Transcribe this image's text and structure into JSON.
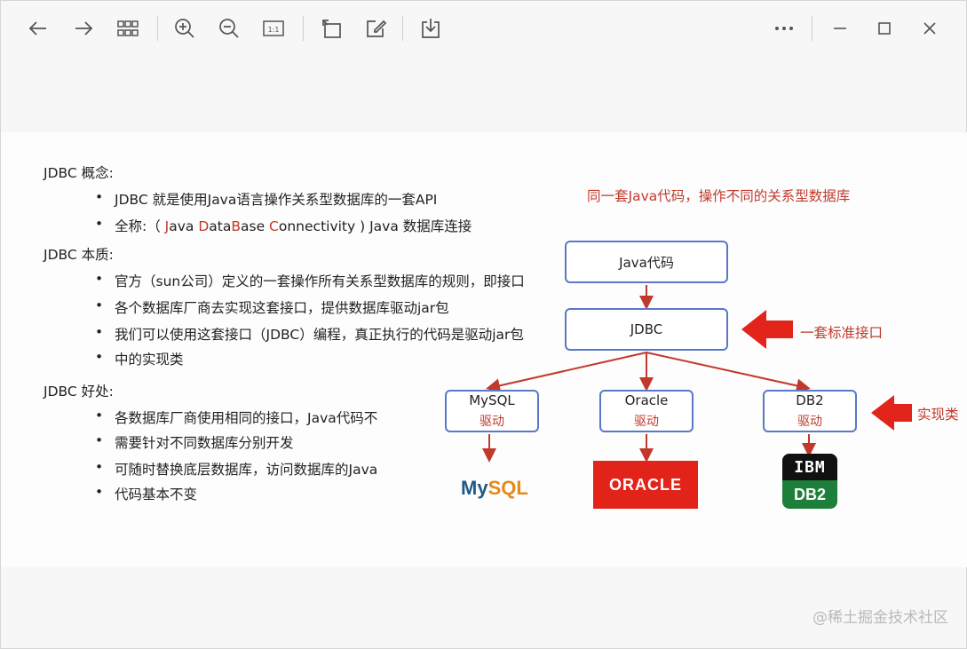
{
  "toolbar": {
    "icons": [
      "back-arrow-icon",
      "forward-arrow-icon",
      "grid-view-icon",
      "zoom-in-icon",
      "zoom-out-icon",
      "actual-size-icon",
      "rotate-icon",
      "edit-icon",
      "download-icon",
      "more-icon",
      "minimize-icon",
      "maximize-icon",
      "close-icon"
    ],
    "actual_size_label": "1:1"
  },
  "slide": {
    "sections": [
      {
        "title": "JDBC 概念:",
        "bullets": [
          [
            "JDBC 就是使用Java语言操作关系型数据库的一套API"
          ],
          [
            "全称:（ ",
            "J",
            "ava ",
            "D",
            "ata",
            "B",
            "ase ",
            "C",
            "onnectivity ) Java 数据库连接"
          ]
        ]
      },
      {
        "title": "JDBC 本质:",
        "bullets": [
          [
            "官方（sun公司）定义的一套操作所有关系型数据库的规则，即接口"
          ],
          [
            "各个数据库厂商去实现这套接口，提供数据库驱动jar包"
          ],
          [
            "我们可以使用这套接口（JDBC）编程，真正执行的代码是驱动jar包",
            "中的实现类"
          ]
        ]
      },
      {
        "title": "JDBC 好处:",
        "bullets": [
          [
            "各数据库厂商使用相同的接口，Java代码不",
            "需要针对不同数据库分别开发"
          ],
          [
            "可随时替换底层数据库，访问数据库的Java",
            "代码基本不变"
          ]
        ]
      }
    ],
    "diagram": {
      "title": "同一套Java代码，操作不同的关系型数据库",
      "java_box": "Java代码",
      "jdbc_box": "JDBC",
      "jdbc_arrow_label": "一套标准接口",
      "impl_arrow_label": "实现类",
      "drivers": [
        {
          "name": "MySQL",
          "sub": "驱动"
        },
        {
          "name": "Oracle",
          "sub": "驱动"
        },
        {
          "name": "DB2",
          "sub": "驱动"
        }
      ],
      "logos": {
        "mysql_my": "My",
        "mysql_sql": "SQL",
        "oracle": "ORACLE",
        "ibm": "IBM",
        "db2": "DB2"
      },
      "colors": {
        "box_border": "#5a78c8",
        "arrow": "#c0392b",
        "big_arrow": "#e3241b"
      }
    }
  },
  "watermark": "@稀土掘金技术社区"
}
